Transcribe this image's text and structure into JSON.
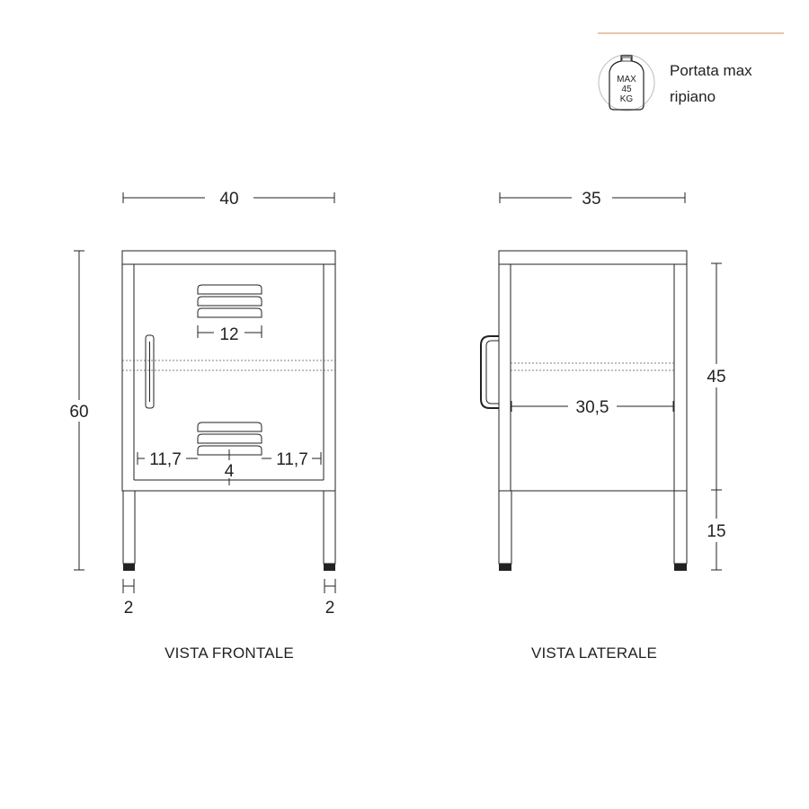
{
  "legend": {
    "accent_color": "#e2b488",
    "icon": "weight-bag-icon",
    "badge_lines": [
      "MAX",
      "45",
      "KG"
    ],
    "text_lines": [
      "Portata max",
      "ripiano"
    ]
  },
  "front_view": {
    "caption": "VISTA FRONTALE",
    "width": "40",
    "height": "60",
    "vent_width": "12",
    "side_margin_left": "11,7",
    "side_margin_right": "11,7",
    "vent_gap": "4",
    "leg_left": "2",
    "leg_right": "2"
  },
  "side_view": {
    "caption": "VISTA LATERALE",
    "width": "35",
    "inner_depth": "30,5",
    "body_height": "45",
    "leg_height": "15"
  }
}
